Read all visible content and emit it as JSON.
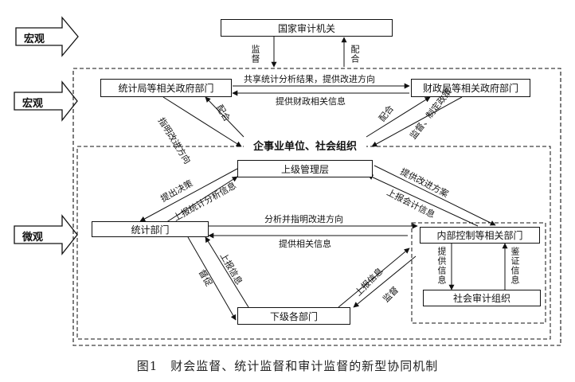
{
  "levels": {
    "top_macro": "宏观",
    "mid_macro": "宏观",
    "micro": "微观"
  },
  "nodes": {
    "national_audit": "国家审计机关",
    "statistics_bureau": "统计局等相关政府部门",
    "finance_bureau": "财政局等相关政府部门",
    "enterprises": "企事业单位、社会组织",
    "upper_management": "上级管理层",
    "statistics_dept": "统计部门",
    "internal_control": "内部控制等相关部门",
    "social_audit": "社会审计组织",
    "lower_depts": "下级各部门"
  },
  "edges": {
    "audit_supervise": "监督",
    "audit_cooperate": "配合",
    "share_results": "共享统计分析结果，提供改进方向",
    "provide_finance_info": "提供财政相关信息",
    "point_out_direction": "指明改进方向",
    "stat_cooperate": "配合",
    "fin_cooperate": "配合",
    "supervise_policy": "监督、制定政策",
    "give_decision": "提出决策",
    "report_stat_info": "上报统计分析信息",
    "provide_plan": "提供改进方案",
    "report_accounting": "上报会计信息",
    "analyze_direction": "分析并指明改进方向",
    "provide_related_info": "提供相关信息",
    "report_info_left": "上报信息",
    "urge": "督促",
    "report_info_right": "上报信息",
    "supervise_lower": "监督",
    "provide_info": "提供信息",
    "verify_info": "鉴证信息"
  },
  "caption": "图1　财会监督、统计监督和审计监督的新型协同机制"
}
